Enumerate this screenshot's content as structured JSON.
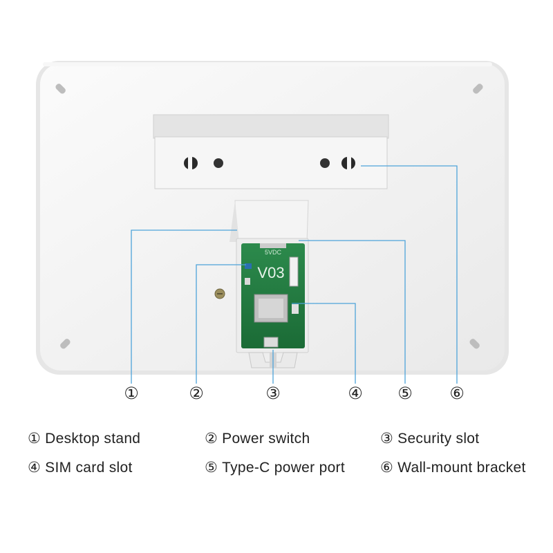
{
  "board": {
    "silkscreen_voltage": "5VDC",
    "model": "V03"
  },
  "callout_numbers": [
    "①",
    "②",
    "③",
    "④",
    "⑤",
    "⑥"
  ],
  "legend": [
    {
      "num": "①",
      "label": "Desktop stand"
    },
    {
      "num": "②",
      "label": "Power switch"
    },
    {
      "num": "③",
      "label": "Security slot"
    },
    {
      "num": "④",
      "label": "SIM card slot"
    },
    {
      "num": "⑤",
      "label": "Type-C power port"
    },
    {
      "num": "⑥",
      "label": "Wall-mount bracket"
    }
  ],
  "colors": {
    "callout_line": "#4da3d9",
    "housing": "#f2f2f2",
    "pcb": "#1f7a3f"
  }
}
